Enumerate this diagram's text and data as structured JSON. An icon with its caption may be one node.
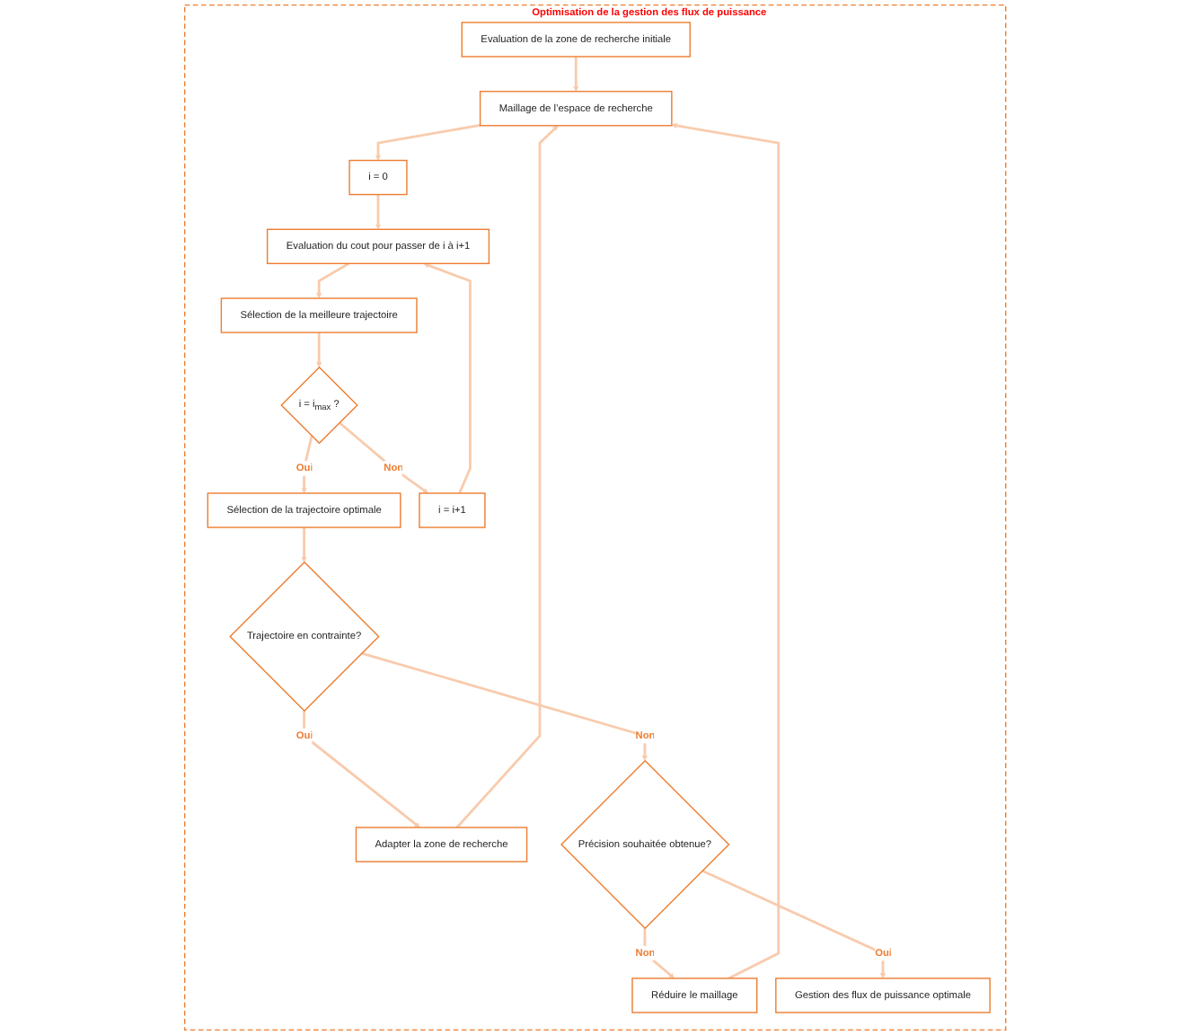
{
  "diagram": {
    "nodes": [
      {
        "text": [
          "Optimisation de la gestion des flux de puissance"
        ]
      },
      {
        "text": [
          "Evaluation de la zone de recherche initiale"
        ],
        "in": 0
      },
      {
        "text": [
          "Maillage de l’espace de recherche"
        ],
        "in": 0
      },
      {
        "text": [
          "i = 0"
        ],
        "in": 0
      },
      {
        "text": [
          "Evaluation du cout pour passer de i à i+1"
        ],
        "in": 0
      },
      {
        "text": [
          "Sélection de la meilleure trajectoire"
        ],
        "in": 0
      },
      {
        "text": [
          "i = i$_{max}$ ?"
        ],
        "in": 0
      },
      {
        "text": [
          "i = i+1"
        ],
        "in": 0
      },
      {
        "text": [
          "Sélection de la trajectoire optimale"
        ],
        "in": 0
      },
      {
        "text": [
          "Trajectoire en contrainte?"
        ],
        "in": 0
      },
      {
        "text": [
          "Adapter la zone de recherche"
        ],
        "in": 0
      },
      {
        "text": [
          "Précision souhaitée obtenue?"
        ],
        "in": 0
      },
      {
        "text": [
          "Réduire le maillage"
        ],
        "in": 0
      },
      {
        "text": [
          "Gestion des flux de puissance optimale"
        ],
        "in": 0
      }
    ],
    "edges": [
      {
        "from": 1,
        "to": 2,
        "arrow": "to"
      },
      {
        "from": 2,
        "to": 3,
        "arrow": "to"
      },
      {
        "from": 3,
        "to": 4,
        "arrow": "to"
      },
      {
        "from": 4,
        "to": 5,
        "arrow": "to"
      },
      {
        "from": 5,
        "to": 6,
        "arrow": "to"
      },
      {
        "from": 6,
        "to": 8,
        "arrow": "to",
        "label": "Oui"
      },
      {
        "from": 6,
        "to": 7,
        "arrow": "to",
        "label": "Non"
      },
      {
        "from": 7,
        "to": 4,
        "arrow": "to"
      },
      {
        "from": 8,
        "to": 9,
        "arrow": "to"
      },
      {
        "from": 9,
        "to": 10,
        "arrow": "to",
        "label": "Oui"
      },
      {
        "from": 10,
        "to": 2,
        "arrow": "to"
      },
      {
        "from": 9,
        "to": 11,
        "arrow": "to",
        "label": "Non"
      },
      {
        "from": 11,
        "to": 12,
        "arrow": "to",
        "label": "Non"
      },
      {
        "from": 12,
        "to": 2,
        "arrow": "to"
      },
      {
        "from": 11,
        "to": 13,
        "arrow": "to",
        "label": "Oui"
      }
    ]
  }
}
